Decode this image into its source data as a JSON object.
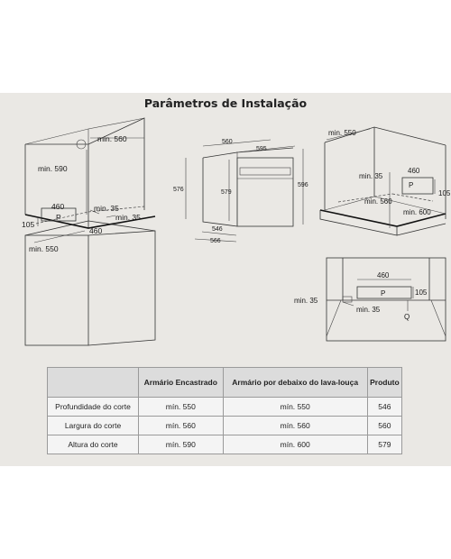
{
  "title": "Parâmetros de Instalação",
  "fig1": {
    "min560": "min. 560",
    "min590": "min. 590",
    "w460": "460",
    "p": "P",
    "h105": "105",
    "min35a": "min. 35",
    "min35b": "min. 35",
    "w460b": "460",
    "min550": "min. 550"
  },
  "fig2": {
    "w560": "560",
    "w595": "595",
    "h576": "576",
    "h579": "579",
    "h596": "596",
    "d546": "546",
    "d566": "566"
  },
  "fig3": {
    "min550": "min. 550",
    "w460": "460",
    "min35": "min. 35",
    "p": "P",
    "h105": "105",
    "min560": "min. 560",
    "min600": "min. 600"
  },
  "fig4": {
    "w460": "460",
    "p": "P",
    "h105": "105",
    "min35a": "min. 35",
    "min35b": "min. 35",
    "q": "Q"
  },
  "table": {
    "headers": [
      "",
      "Armário Encastrado",
      "Armário por debaixo do lava-louça",
      "Produto"
    ],
    "rows": [
      [
        "Profundidade do corte",
        "mín. 550",
        "mín. 550",
        "546"
      ],
      [
        "Largura do corte",
        "mín. 560",
        "mín. 560",
        "560"
      ],
      [
        "Altura do corte",
        "mín. 590",
        "mín. 600",
        "579"
      ]
    ]
  }
}
